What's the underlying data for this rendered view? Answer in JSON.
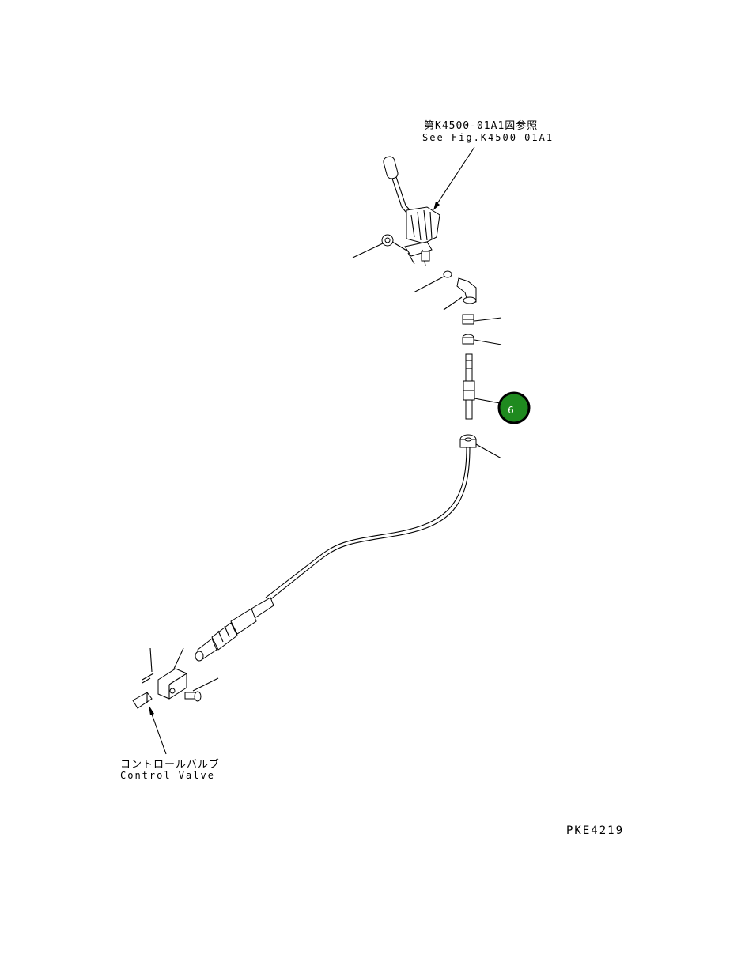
{
  "references": {
    "shift_lever_ref_ja": "第K4500-01A1図参照",
    "shift_lever_ref_en": "See Fig.K4500-01A1",
    "control_valve_ja": "コントロールバルブ",
    "control_valve_en": "Control Valve"
  },
  "callouts": [
    {
      "number": "6",
      "color": "#1f8a1f"
    }
  ],
  "drawing_code": "PKE4219"
}
